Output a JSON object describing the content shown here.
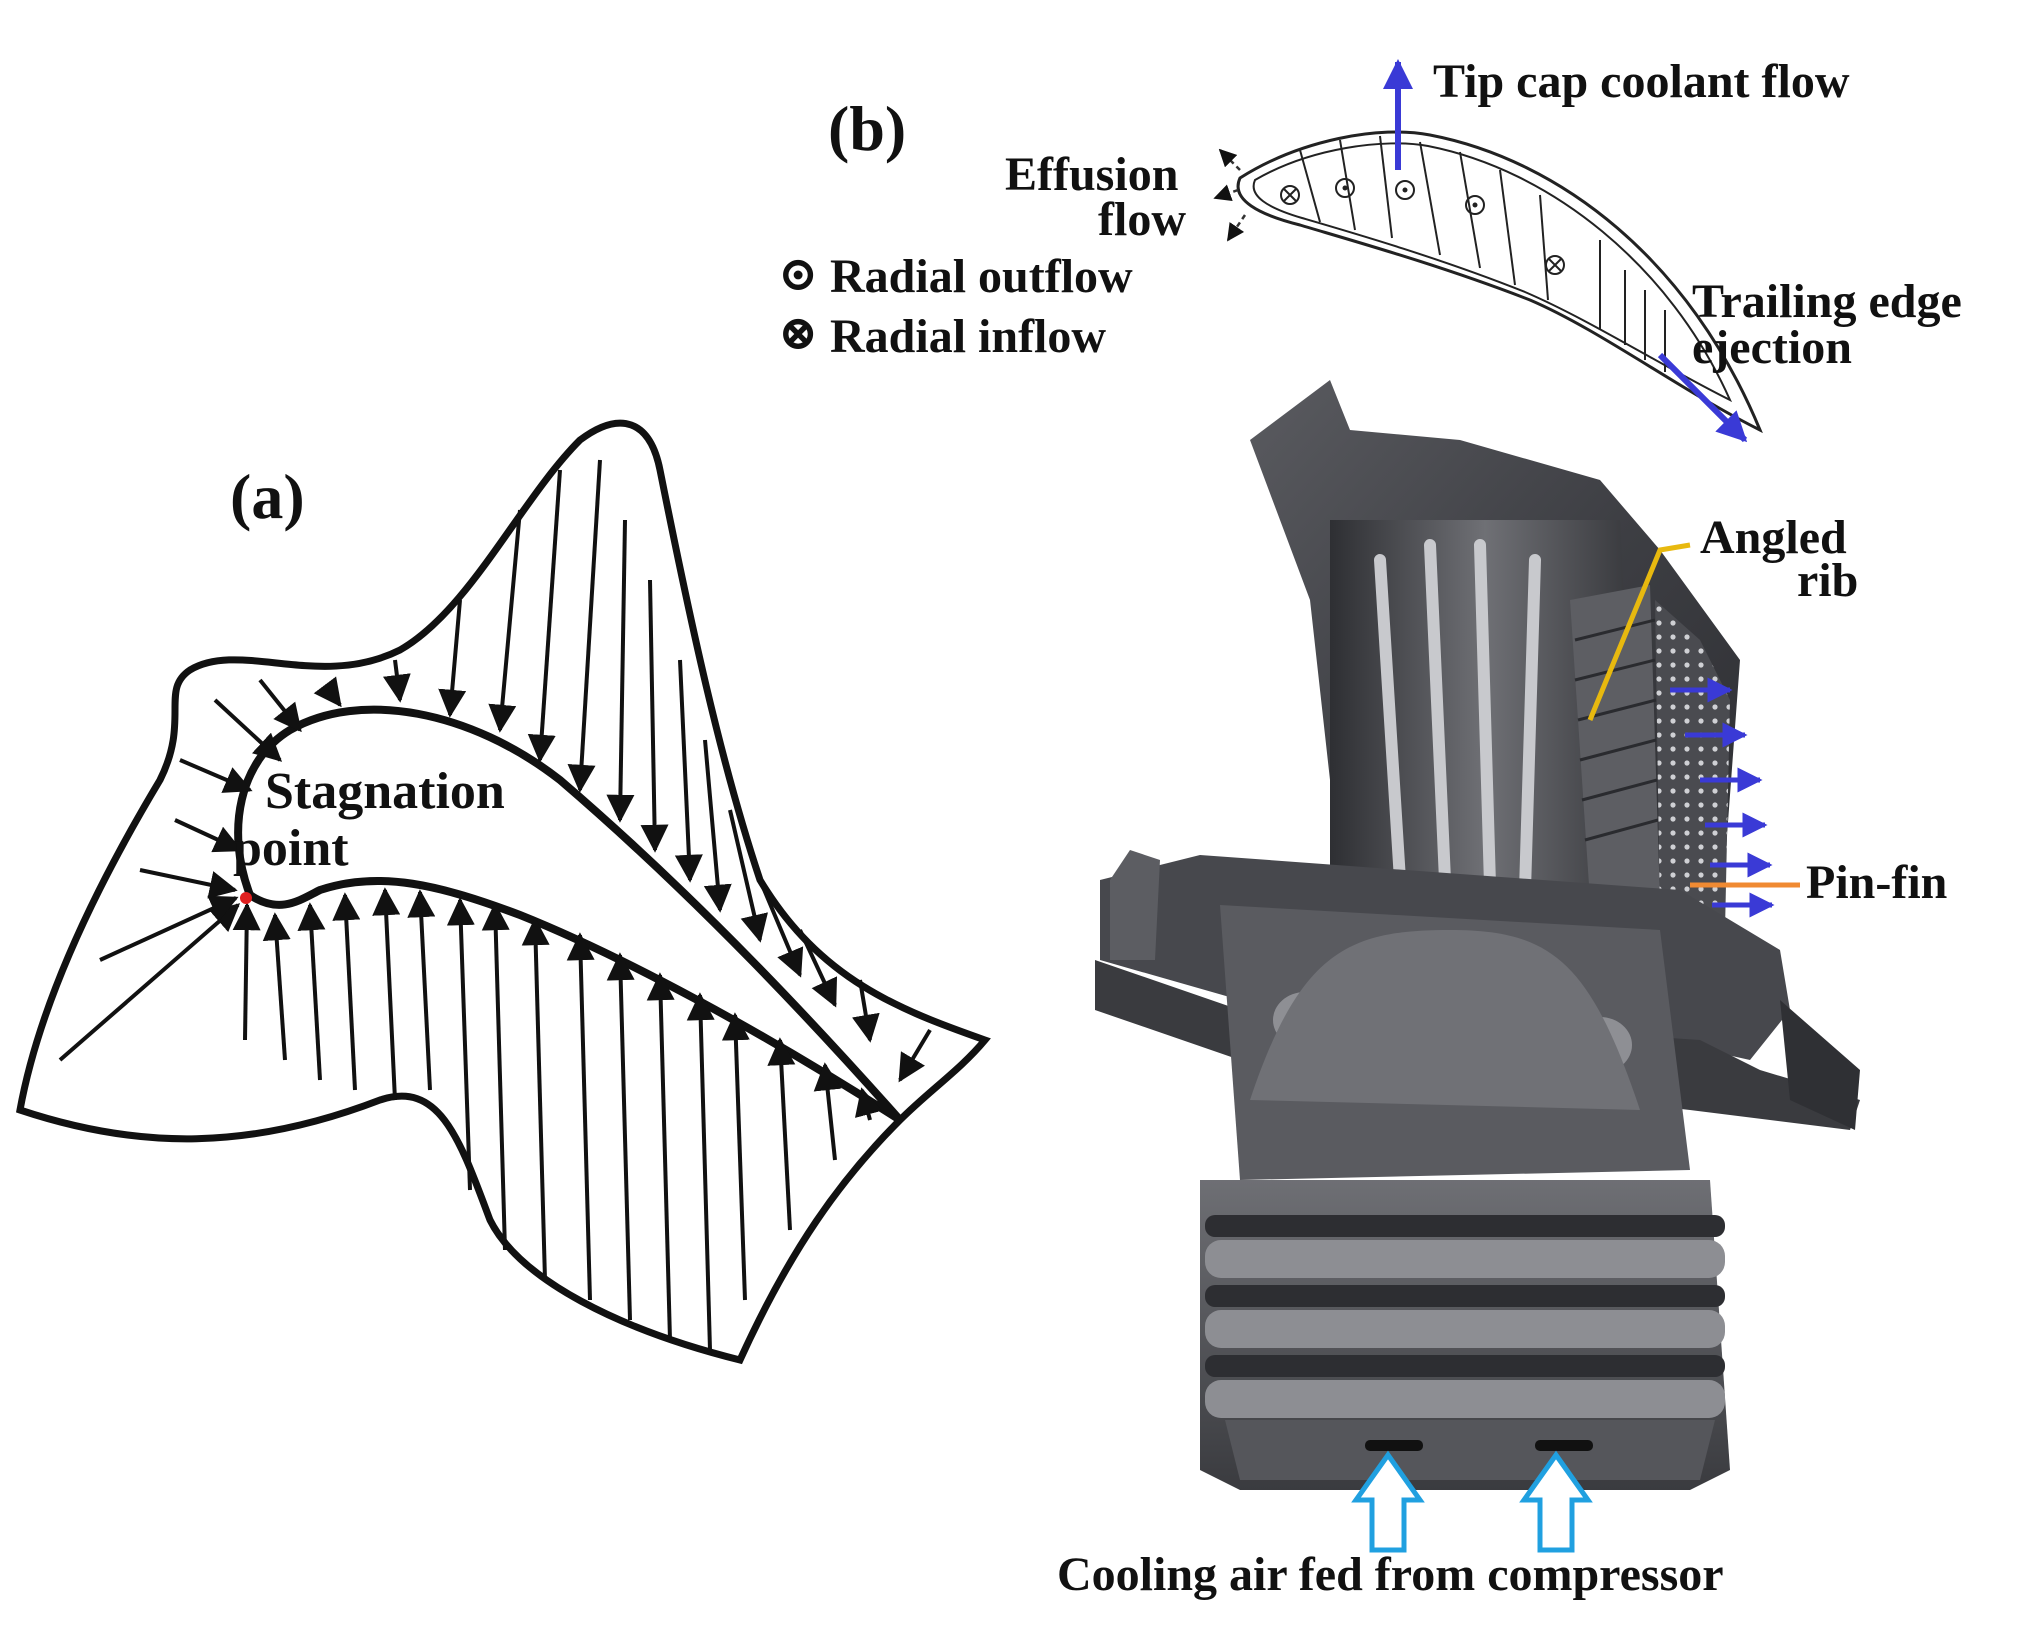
{
  "panel_a": {
    "label": "(a)",
    "stagnation_line1": "Stagnation",
    "stagnation_line2": "point"
  },
  "panel_b": {
    "label": "(b)",
    "tip_cap": "Tip cap coolant flow",
    "effusion_line1": "Effusion",
    "effusion_line2": "flow",
    "legend_outflow_symbol": "⊙",
    "legend_outflow": "Radial outflow",
    "legend_inflow_symbol": "⊗",
    "legend_inflow": "Radial inflow",
    "trailing_line1": "Trailing edge",
    "trailing_line2": "ejection",
    "angled_line1": "Angled",
    "angled_line2": "rib",
    "pin_fin": "Pin-fin",
    "cooling_air": "Cooling air fed from compressor"
  },
  "colors": {
    "flow_arrow": "#3a3ad6",
    "angled_rib_leader": "#e8b90f",
    "pin_fin_leader": "#f08a32",
    "inlet_arrow": "#20a0e0",
    "stagnation_dot": "#e02020",
    "metal_dark": "#3b3c40",
    "metal_mid": "#6c6d72",
    "metal_light": "#b5b6bb"
  }
}
